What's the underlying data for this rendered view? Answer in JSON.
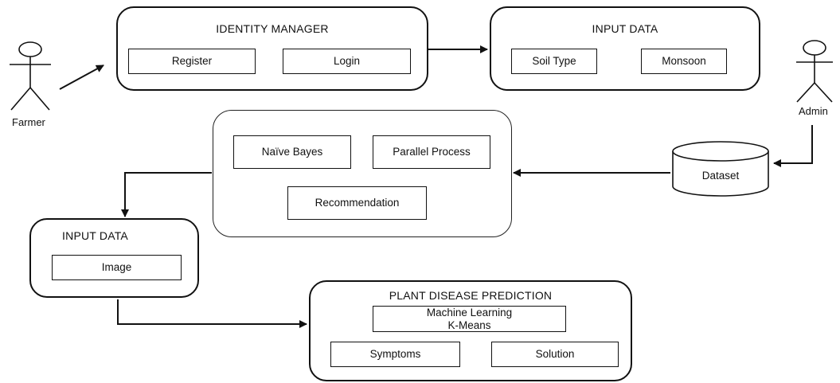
{
  "actors": {
    "farmer": "Farmer",
    "admin": "Admin"
  },
  "identity_manager": {
    "title": "IDENTITY MANAGER",
    "register": "Register",
    "login": "Login"
  },
  "input_data_top": {
    "title": "INPUT DATA",
    "soil_type": "Soil Type",
    "monsoon": "Monsoon"
  },
  "processing": {
    "naive_bayes": "Naïve Bayes",
    "parallel_process": "Parallel Process",
    "recommendation": "Recommendation"
  },
  "dataset": {
    "label": "Dataset"
  },
  "input_data_left": {
    "title": "INPUT DATA",
    "image": "Image"
  },
  "plant_disease": {
    "title": "PLANT DISEASE PREDICTION",
    "ml_line1": "Machine Learning",
    "ml_line2": "K-Means",
    "symptoms": "Symptoms",
    "solution": "Solution"
  }
}
